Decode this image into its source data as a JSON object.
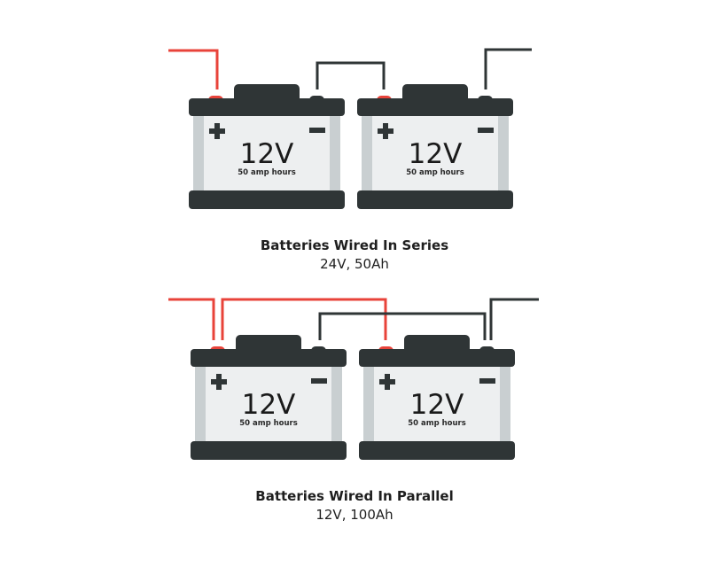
{
  "colors": {
    "red": "#e8433a",
    "dark": "#2f3536",
    "body": "#edeff0",
    "side": "#c9cfd1"
  },
  "battery": {
    "voltage": "12V",
    "capacity": "50 amp hours",
    "plus": "+",
    "minus": "−"
  },
  "series": {
    "title": "Batteries Wired In Series",
    "subtitle": "24V, 50Ah"
  },
  "parallel": {
    "title": "Batteries Wired In Parallel",
    "subtitle": "12V, 100Ah"
  }
}
